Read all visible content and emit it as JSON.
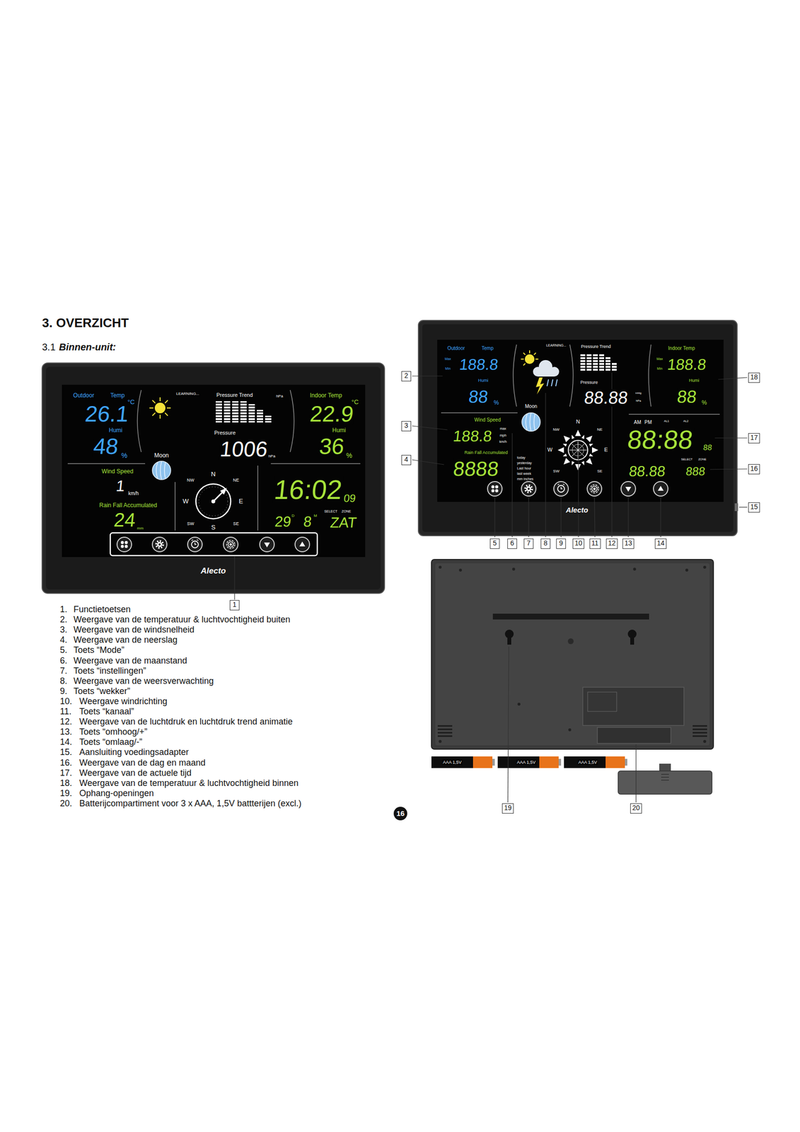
{
  "diagram": {
    "title": "3. OVERZICHT",
    "nodes": [
      {
        "text": [
          "1"
        ]
      },
      {
        "text": [
          "2"
        ]
      },
      {
        "text": [
          "3"
        ]
      },
      {
        "text": [
          "4"
        ]
      },
      {
        "text": [
          "5"
        ]
      },
      {
        "text": [
          "6"
        ]
      },
      {
        "text": [
          "7"
        ]
      },
      {
        "text": [
          "8"
        ]
      },
      {
        "text": [
          "9"
        ]
      },
      {
        "text": [
          "10"
        ]
      },
      {
        "text": [
          "11"
        ]
      },
      {
        "text": [
          "12"
        ]
      },
      {
        "text": [
          "13"
        ]
      },
      {
        "text": [
          "14"
        ]
      },
      {
        "text": [
          "15"
        ]
      },
      {
        "text": [
          "16"
        ]
      },
      {
        "text": [
          "17"
        ]
      },
      {
        "text": [
          "18"
        ]
      },
      {
        "text": [
          "19"
        ]
      },
      {
        "text": [
          "20"
        ]
      },
      {
        "text": [
          "16"
        ]
      }
    ],
    "labels": [
      "3.1",
      "Binnen-unit:",
      "1.",
      "Functietoetsen",
      "2.",
      "Weergave van de temperatuur & luchtvochtigheid buiten",
      "3.",
      "Weergave van de windsnelheid",
      "4.",
      "Weergave van de neerslag",
      "5.",
      "Toets “Mode”",
      "6.",
      "Weergave van de maanstand",
      "7.",
      "Toets “instellingen”",
      "8.",
      "Weergave van de weersverwachting",
      "9.",
      "Toets “wekker”",
      "10.",
      "Weergave windrichting",
      "11.",
      "Toets “kanaal”",
      "12.",
      "Weergave van de luchtdruk en luchtdruk trend animatie",
      "13.",
      "Toets “omhoog/+”",
      "14.",
      "Toets “omlaag/-”",
      "15.",
      "Aansluiting voedingsadapter",
      "16.",
      "Weergave van de dag en maand",
      "17.",
      "Weergave van de actuele tijd",
      "18.",
      "Weergave van de temperatuur & luchtvochtigheid binnen",
      "19.",
      "Ophang-openingen",
      "20.",
      "Batterijcompartiment voor 3 x AAA, 1,5V battterijen (excl.)",
      "Outdoor",
      "Temp",
      "26.1",
      "°C",
      "Humi",
      "48",
      "%",
      "LEARNING...",
      "Pressure Trend",
      "hPa",
      "Pressure",
      "1006",
      "hPa",
      "Indoor Temp",
      "22.9",
      "°C",
      "Humi",
      "36",
      "%",
      "Moon",
      "Wind Speed",
      "1",
      "km/h",
      "Rain Fall Accumulated",
      "24",
      "mm",
      "N",
      "NE",
      "E",
      "SE",
      "S",
      "SW",
      "W",
      "NW",
      "16:02",
      "09",
      "29",
      "D",
      "8",
      "M",
      "ZAT",
      "SELECT",
      "ZONE",
      "Alecto",
      "Outdoor",
      "Temp",
      "Max",
      "Min",
      "188.8",
      "Humi",
      "88",
      "%",
      "LEARNING...",
      "Pressure Trend",
      "Pressure",
      "88.88",
      "inHg",
      "hPa",
      "Indoor Temp",
      "Max",
      "Min",
      "188.8",
      "Humi",
      "88",
      "%",
      "Moon",
      "Wind Speed",
      "188.8",
      "max",
      "mph",
      "km/h",
      "Rain Fall Accumulated",
      "8888",
      "today",
      "yesterday",
      "Last hour",
      "last week",
      "mm inches",
      "N",
      "NE",
      "E",
      "SE",
      "SW",
      "W",
      "NW",
      "AM",
      "PM",
      "AL1",
      "AL2",
      "88:88",
      "88",
      "SELECT",
      "ZONE",
      "88.88",
      "888",
      "Alecto",
      "AAA 1,5V",
      "AAA 1,5V",
      "AAA 1,5V"
    ]
  }
}
